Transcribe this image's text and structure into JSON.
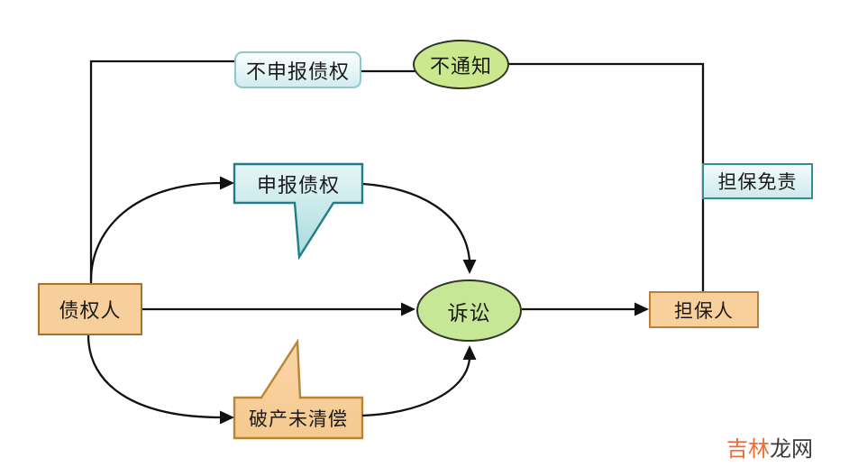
{
  "diagram": {
    "title_hint": "guarantee-litigation-flowchart",
    "nodes": {
      "creditor": "债权人",
      "guarantor": "担保人",
      "no_declare": "不申报债权",
      "no_notify": "不通知",
      "declare": "申报债权",
      "lawsuit": "诉讼",
      "bankruptcy": "破产未清偿",
      "exempt": "担保免责"
    },
    "colors": {
      "orange_fill": "#f7cf9b",
      "orange_border": "#a9712c",
      "teal_border": "#1f7e89",
      "cyan_border": "#8ec6cd",
      "cyan_fill": "#d2ecef",
      "green_fill": "#c6e795",
      "ellipse_border": "#30352a",
      "line": "#111111",
      "watermark_orange": "#f06a36",
      "watermark_dark": "#3a3a3a"
    }
  },
  "watermark": {
    "part1": "吉林",
    "part2": "龙网"
  }
}
